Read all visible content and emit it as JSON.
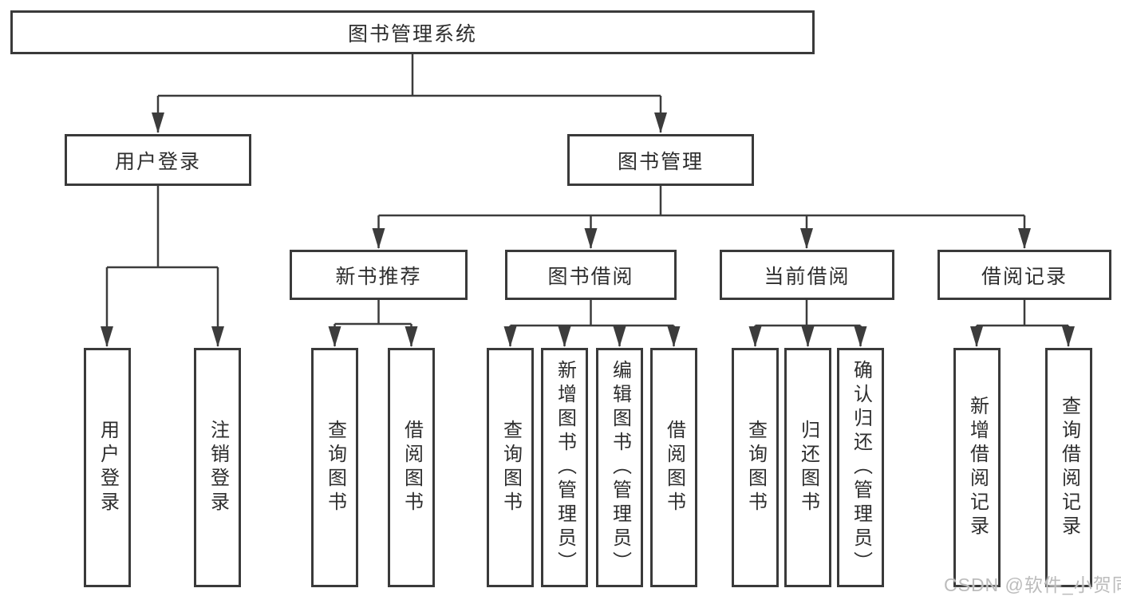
{
  "diagram": {
    "root": {
      "label": "图书管理系统"
    },
    "branches": [
      {
        "label": "用户登录",
        "children": [
          {
            "label": "用户登录"
          },
          {
            "label": "注销登录"
          }
        ]
      },
      {
        "label": "图书管理",
        "children": [
          {
            "label": "新书推荐",
            "children": [
              {
                "label": "查询图书"
              },
              {
                "label": "借阅图书"
              }
            ]
          },
          {
            "label": "图书借阅",
            "children": [
              {
                "label": "查询图书"
              },
              {
                "label": "新增图书（管理员）"
              },
              {
                "label": "编辑图书（管理员）"
              },
              {
                "label": "借阅图书"
              }
            ]
          },
          {
            "label": "当前借阅",
            "children": [
              {
                "label": "查询图书"
              },
              {
                "label": "归还图书"
              },
              {
                "label": "确认归还（管理员）"
              }
            ]
          },
          {
            "label": "借阅记录",
            "children": [
              {
                "label": "新增借阅记录"
              },
              {
                "label": "查询借阅记录"
              }
            ]
          }
        ]
      }
    ]
  },
  "watermark": {
    "text": "CSDN @软件_小贺同学"
  },
  "colors": {
    "line": "#3c3c3c",
    "border": "#3a3a3a",
    "text": "#2e2e2e",
    "background": "#ffffff",
    "watermark": "#bcbcbc"
  }
}
